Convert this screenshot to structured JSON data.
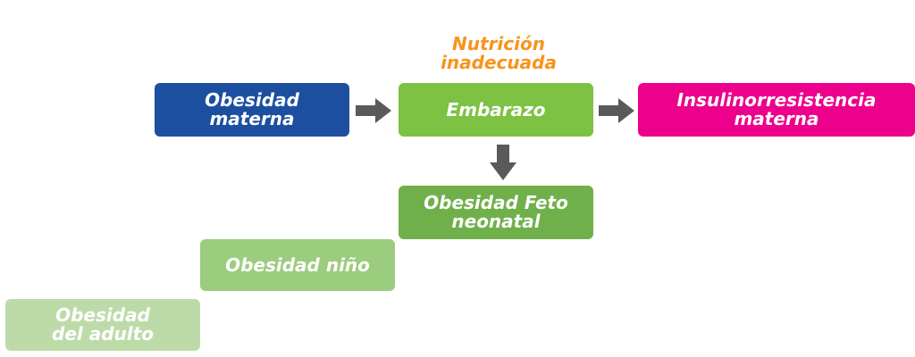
{
  "annotation": {
    "line1": "Nutrición",
    "line2": "inadecuada",
    "color": "#f7941d"
  },
  "nodes": {
    "obesidad_materna": {
      "line1": "Obesidad",
      "line2": "materna",
      "color": "#1c4fa0"
    },
    "embarazo": {
      "line1": "Embarazo",
      "color": "#7dc242"
    },
    "insulinorresistencia": {
      "line1": "Insulinorresistencia",
      "line2": "materna",
      "color": "#ec008c"
    },
    "feto_neonatal": {
      "line1": "Obesidad Feto",
      "line2": "neonatal",
      "color": "#6fb04a"
    },
    "nino": {
      "line1": "Obesidad niño",
      "color": "#9ccc7e"
    },
    "adulto": {
      "line1": "Obesidad",
      "line2": "del adulto",
      "color": "#bddba8"
    }
  },
  "arrow_color": "#5a5a5a",
  "edges": [
    {
      "from": "Obesidad materna",
      "to": "Embarazo"
    },
    {
      "from": "Embarazo",
      "to": "Insulinorresistencia materna"
    },
    {
      "from": "Embarazo",
      "to": "Obesidad Feto neonatal"
    }
  ]
}
